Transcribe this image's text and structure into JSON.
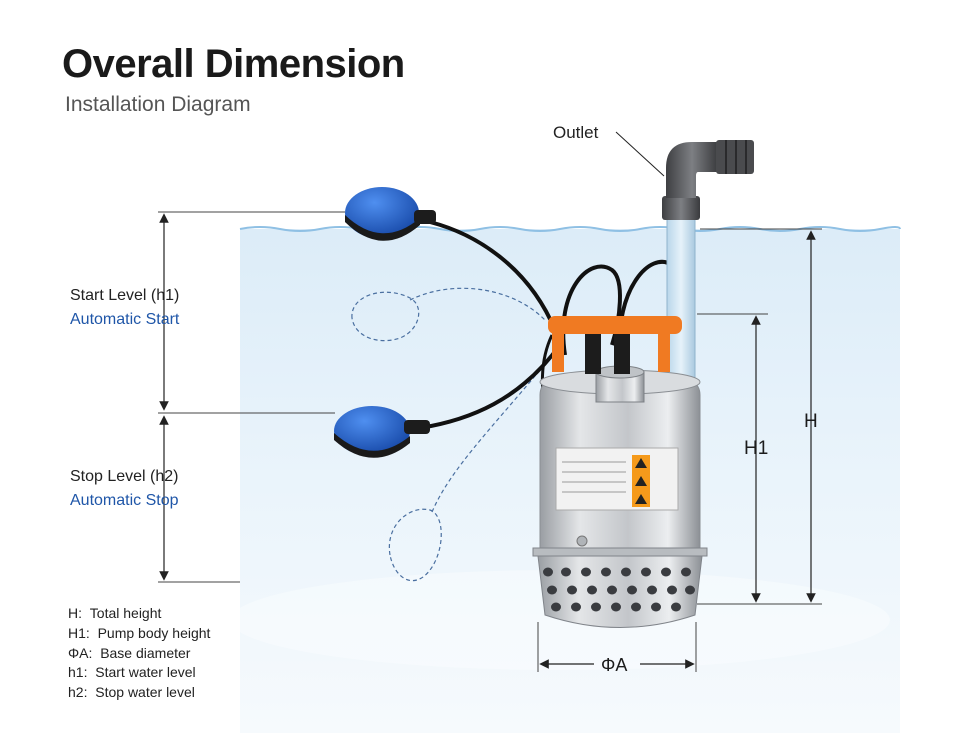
{
  "header": {
    "title": "Overall Dimension",
    "subtitle": "Installation Diagram"
  },
  "labels": {
    "outlet": "Outlet",
    "start_level": "Start Level (h1)",
    "start_auto": "Automatic Start",
    "stop_level": "Stop Level (h2)",
    "stop_auto": "Automatic Stop",
    "h": "H",
    "h1": "H1",
    "phi_a": "ΦA"
  },
  "legend": [
    {
      "key": "H:",
      "value": "Total height"
    },
    {
      "key": "H1:",
      "value": "Pump body height"
    },
    {
      "key": "ΦA:",
      "value": "Base diameter"
    },
    {
      "key": "h1:",
      "value": "Start water level"
    },
    {
      "key": "h2:",
      "value": "Stop water level"
    }
  ],
  "colors": {
    "water": "#cfe4f4",
    "float_blue": "#1f5fc8",
    "handle_orange": "#f07a22",
    "steel": "#c9ccd0",
    "accent_blue_text": "#1f56a8"
  }
}
